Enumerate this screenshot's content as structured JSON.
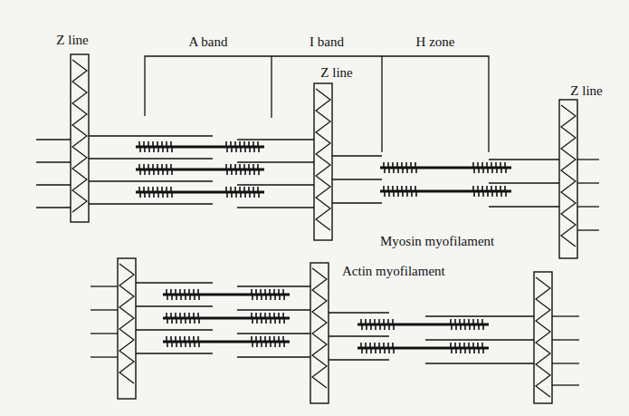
{
  "diagram": {
    "labels": [
      "A band",
      "I band",
      "H zone",
      "Z line",
      "Z line",
      "Z line",
      "Myosin myofilament",
      "Actin myofilament"
    ]
  }
}
